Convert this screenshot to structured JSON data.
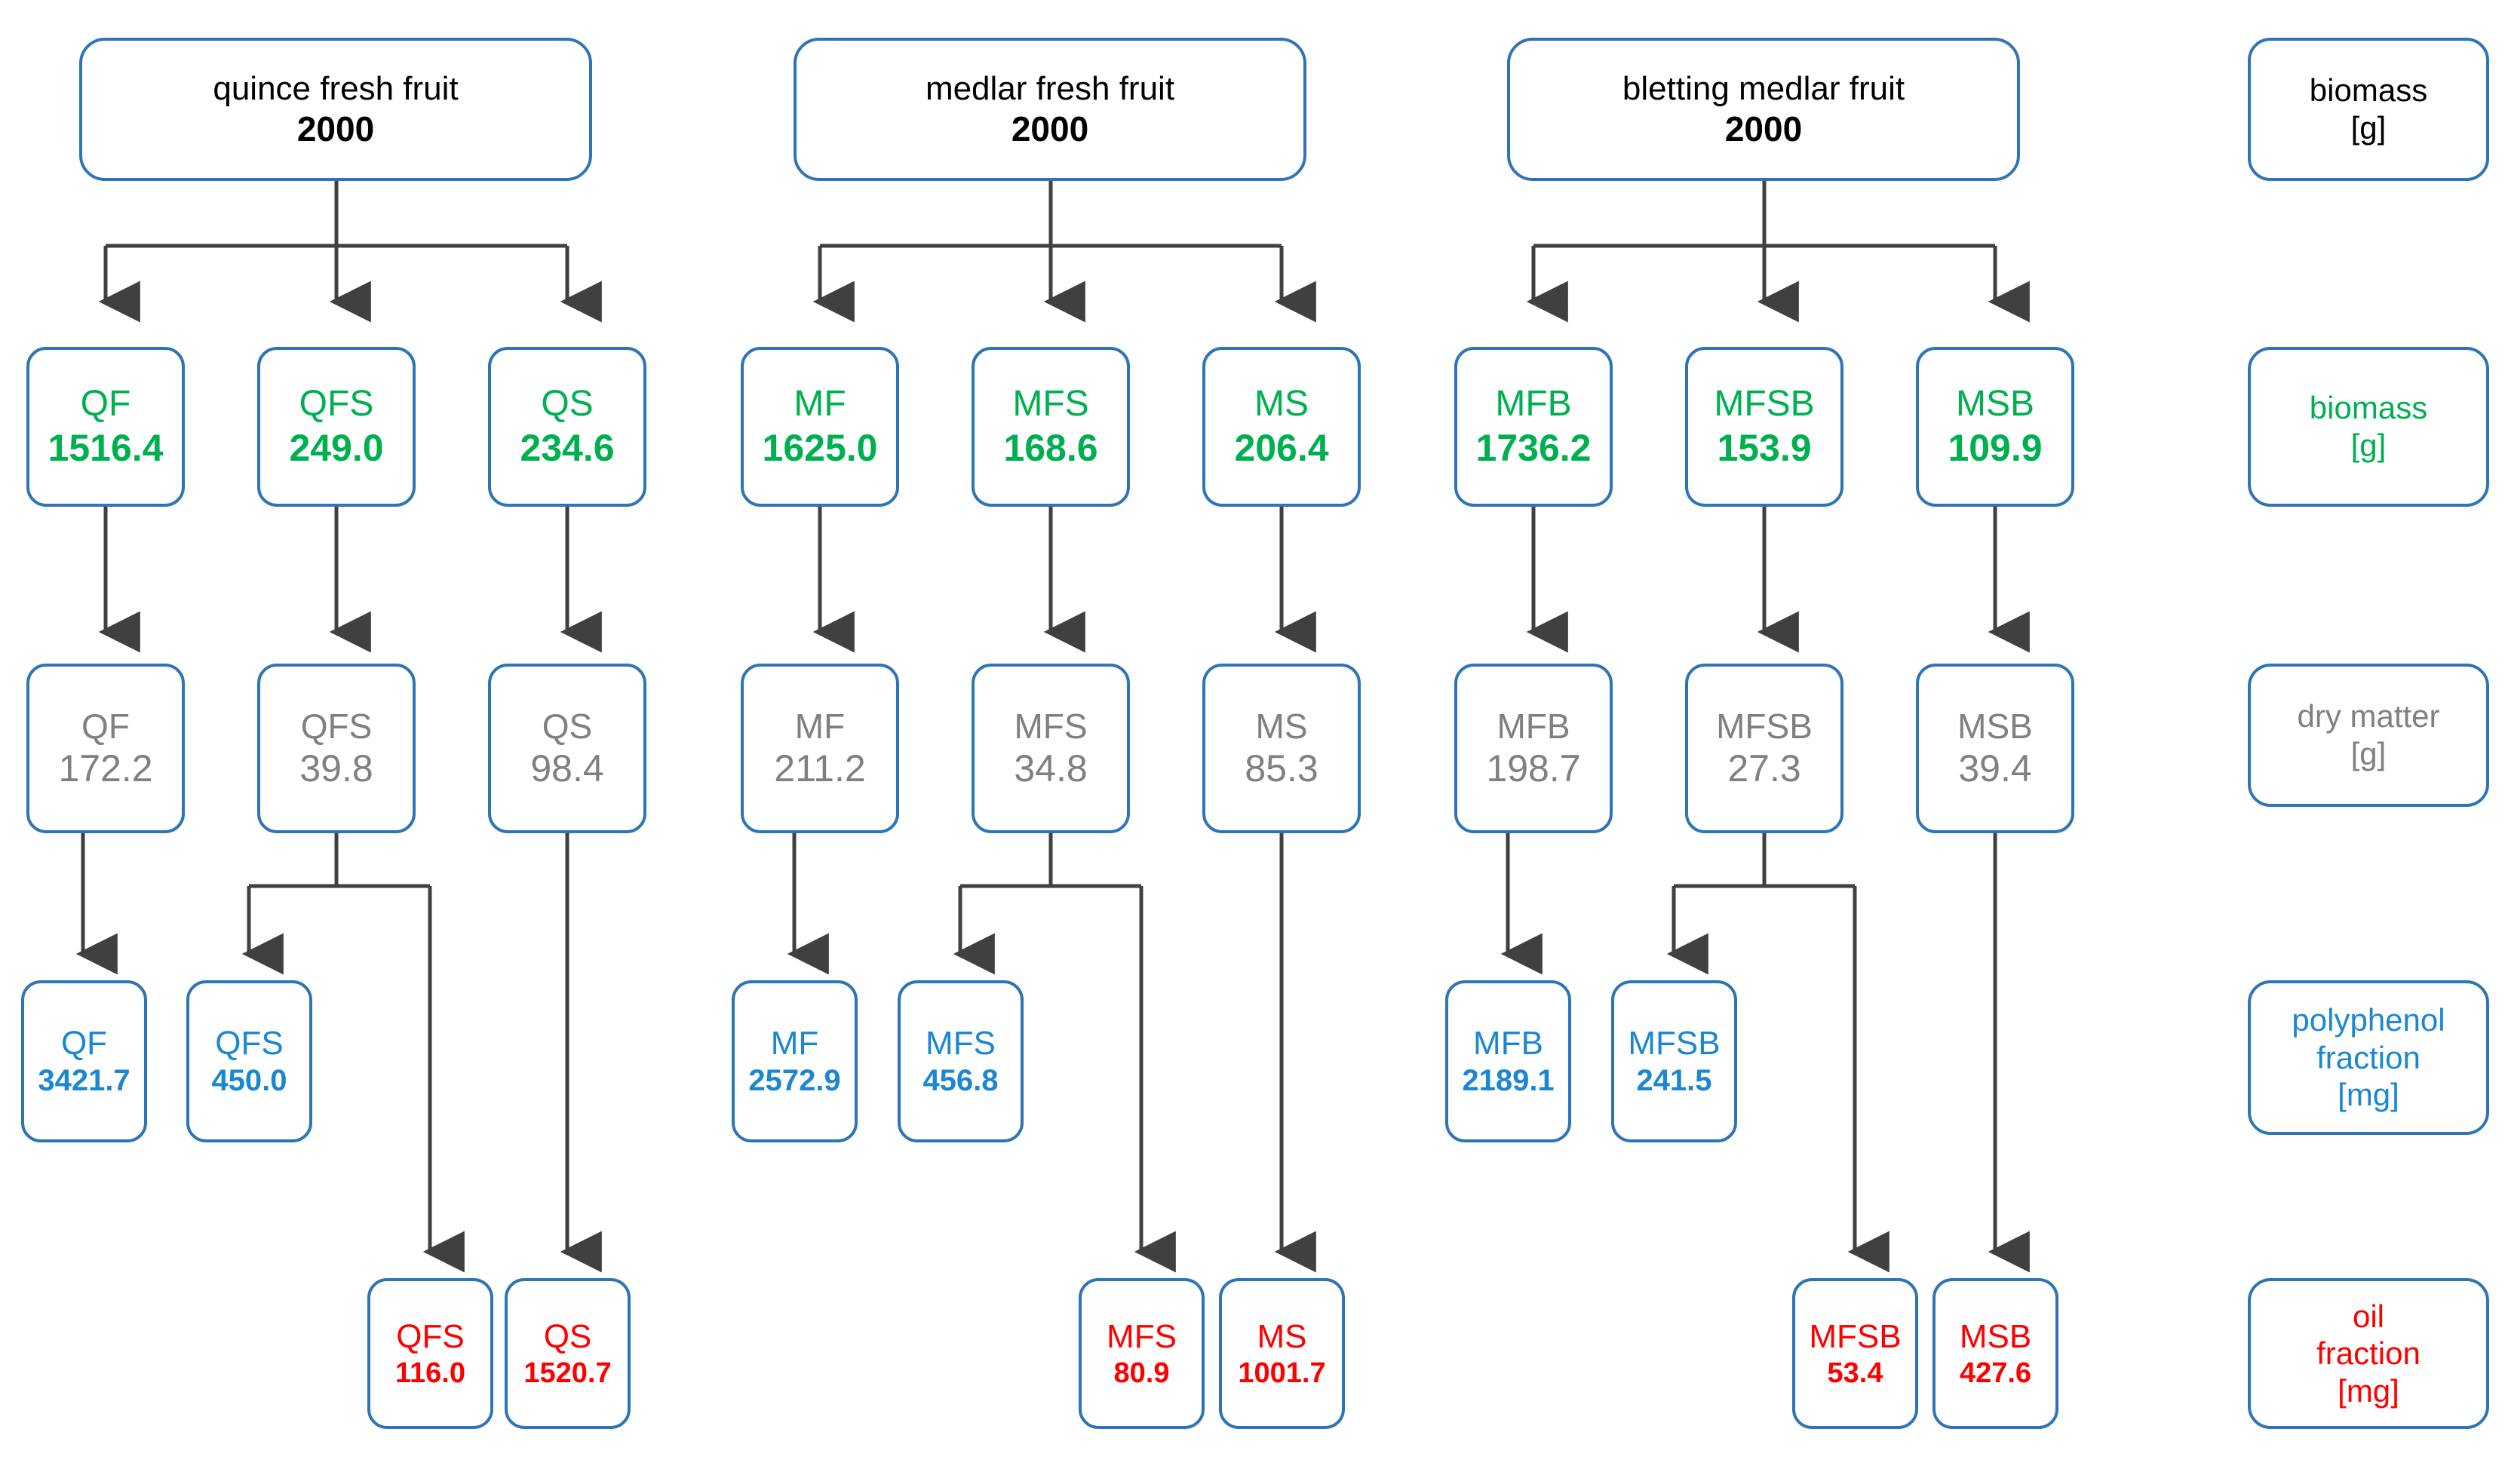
{
  "diagram": {
    "title": "quince and medlar fruit fractionation mass-balance flowchart",
    "stroke_color": "#2e75b6",
    "connector_color": "#404040",
    "row_colors": {
      "header": "#000000",
      "biomass": "#00b050",
      "dry_matter": "#808080",
      "polyphenol_fraction": "#1b87d2",
      "oil_fraction": "#ff0000"
    }
  },
  "headers": [
    {
      "label": "quince fresh fruit",
      "value": "2000"
    },
    {
      "label": "medlar fresh fruit",
      "value": "2000"
    },
    {
      "label": "bletting medlar fruit",
      "value": "2000"
    }
  ],
  "biomass": [
    {
      "label": "QF",
      "value": "1516.4"
    },
    {
      "label": "QFS",
      "value": "249.0"
    },
    {
      "label": "QS",
      "value": "234.6"
    },
    {
      "label": "MF",
      "value": "1625.0"
    },
    {
      "label": "MFS",
      "value": "168.6"
    },
    {
      "label": "MS",
      "value": "206.4"
    },
    {
      "label": "MFB",
      "value": "1736.2"
    },
    {
      "label": "MFSB",
      "value": "153.9"
    },
    {
      "label": "MSB",
      "value": "109.9"
    }
  ],
  "dry_matter": [
    {
      "label": "QF",
      "value": "172.2"
    },
    {
      "label": "QFS",
      "value": "39.8"
    },
    {
      "label": "QS",
      "value": "98.4"
    },
    {
      "label": "MF",
      "value": "211.2"
    },
    {
      "label": "MFS",
      "value": "34.8"
    },
    {
      "label": "MS",
      "value": "85.3"
    },
    {
      "label": "MFB",
      "value": "198.7"
    },
    {
      "label": "MFSB",
      "value": "27.3"
    },
    {
      "label": "MSB",
      "value": "39.4"
    }
  ],
  "polyphenol_fraction": [
    {
      "label": "QF",
      "value": "3421.7"
    },
    {
      "label": "QFS",
      "value": "450.0"
    },
    {
      "label": "MF",
      "value": "2572.9"
    },
    {
      "label": "MFS",
      "value": "456.8"
    },
    {
      "label": "MFB",
      "value": "2189.1"
    },
    {
      "label": "MFSB",
      "value": "241.5"
    }
  ],
  "oil_fraction": [
    {
      "label": "QFS",
      "value": "116.0"
    },
    {
      "label": "QS",
      "value": "1520.7"
    },
    {
      "label": "MFS",
      "value": "80.9"
    },
    {
      "label": "MS",
      "value": "1001.7"
    },
    {
      "label": "MFSB",
      "value": "53.4"
    },
    {
      "label": "MSB",
      "value": "427.6"
    }
  ],
  "legend": [
    {
      "line1": "biomass",
      "line2": "[g]",
      "line3": ""
    },
    {
      "line1": "biomass",
      "line2": "[g]",
      "line3": ""
    },
    {
      "line1": "dry matter",
      "line2": "[g]",
      "line3": ""
    },
    {
      "line1": "polyphenol",
      "line2": "fraction",
      "line3": "[mg]"
    },
    {
      "line1": "oil",
      "line2": "fraction",
      "line3": "[mg]"
    }
  ]
}
